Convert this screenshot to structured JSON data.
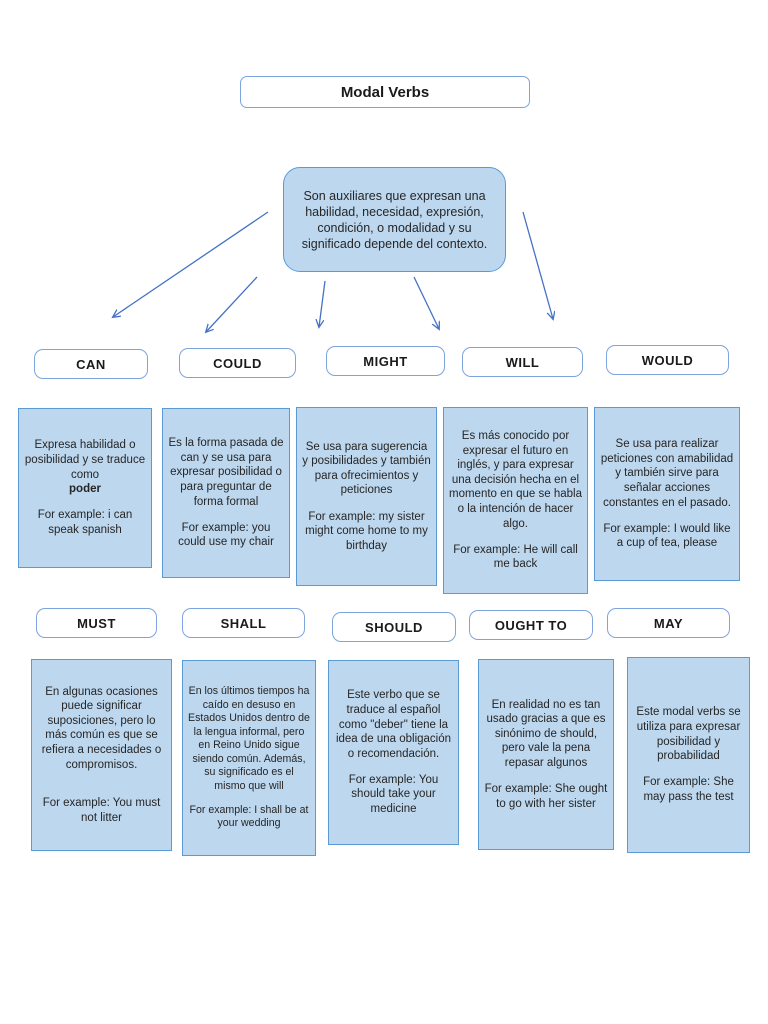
{
  "title": "Modal Verbs",
  "definition": "Son auxiliares que expresan una habilidad, necesidad, expresión, condición, o modalidad y su significado depende del contexto.",
  "colors": {
    "box_fill": "#BDD7EE",
    "box_border": "#5B9BD5",
    "label_border": "#7DA4DC",
    "arrow": "#4472C4"
  },
  "verbs": [
    {
      "label": "CAN",
      "text": "Expresa habilidad o posibilidad y se traduce como",
      "bold": "poder",
      "example": "For example: i can speak spanish"
    },
    {
      "label": "COULD",
      "text": "Es la forma pasada de can y se usa para expresar posibilidad o para preguntar de forma formal",
      "bold": "",
      "example": "For example: you could use my chair"
    },
    {
      "label": "MIGHT",
      "text": "Se usa para sugerencia y posibilidades y también para ofrecimientos y peticiones",
      "bold": "",
      "example": "For example: my sister might come home to my birthday"
    },
    {
      "label": "WILL",
      "text": "Es más conocido por expresar el futuro en inglés, y para expresar una decisión hecha en el momento en que se habla o la intención de hacer algo.",
      "bold": "",
      "example": "For example: He will call me back"
    },
    {
      "label": "WOULD",
      "text": "Se usa para realizar peticiones con amabilidad y también sirve para señalar acciones constantes en el pasado.",
      "bold": "",
      "example": "For example: I would like a cup of tea, please"
    },
    {
      "label": "MUST",
      "text": "En algunas ocasiones puede significar suposiciones, pero lo más común es que se refiera a necesidades o compromisos.",
      "bold": "",
      "example": "For example: You must not litter"
    },
    {
      "label": "SHALL",
      "text": "En los últimos tiempos ha caído en desuso en Estados Unidos dentro de la lengua informal, pero en Reino Unido sigue siendo común. Además, su significado es el mismo que will",
      "bold": "",
      "example": "For example: I shall be at your wedding"
    },
    {
      "label": "SHOULD",
      "text": "Este verbo que se traduce al español como \"deber\" tiene la idea de una obligación o recomendación.",
      "bold": "",
      "example": "For example: You should take your medicine"
    },
    {
      "label": "OUGHT TO",
      "text": "En realidad no es tan usado gracias a que es sinónimo de should, pero vale la pena repasar algunos",
      "bold": "",
      "example": "For example: She ought to go with her sister"
    },
    {
      "label": "MAY",
      "text": "Este modal verbs se utiliza para expresar posibilidad y probabilidad",
      "bold": "",
      "example": "For example: She may pass the test"
    }
  ]
}
